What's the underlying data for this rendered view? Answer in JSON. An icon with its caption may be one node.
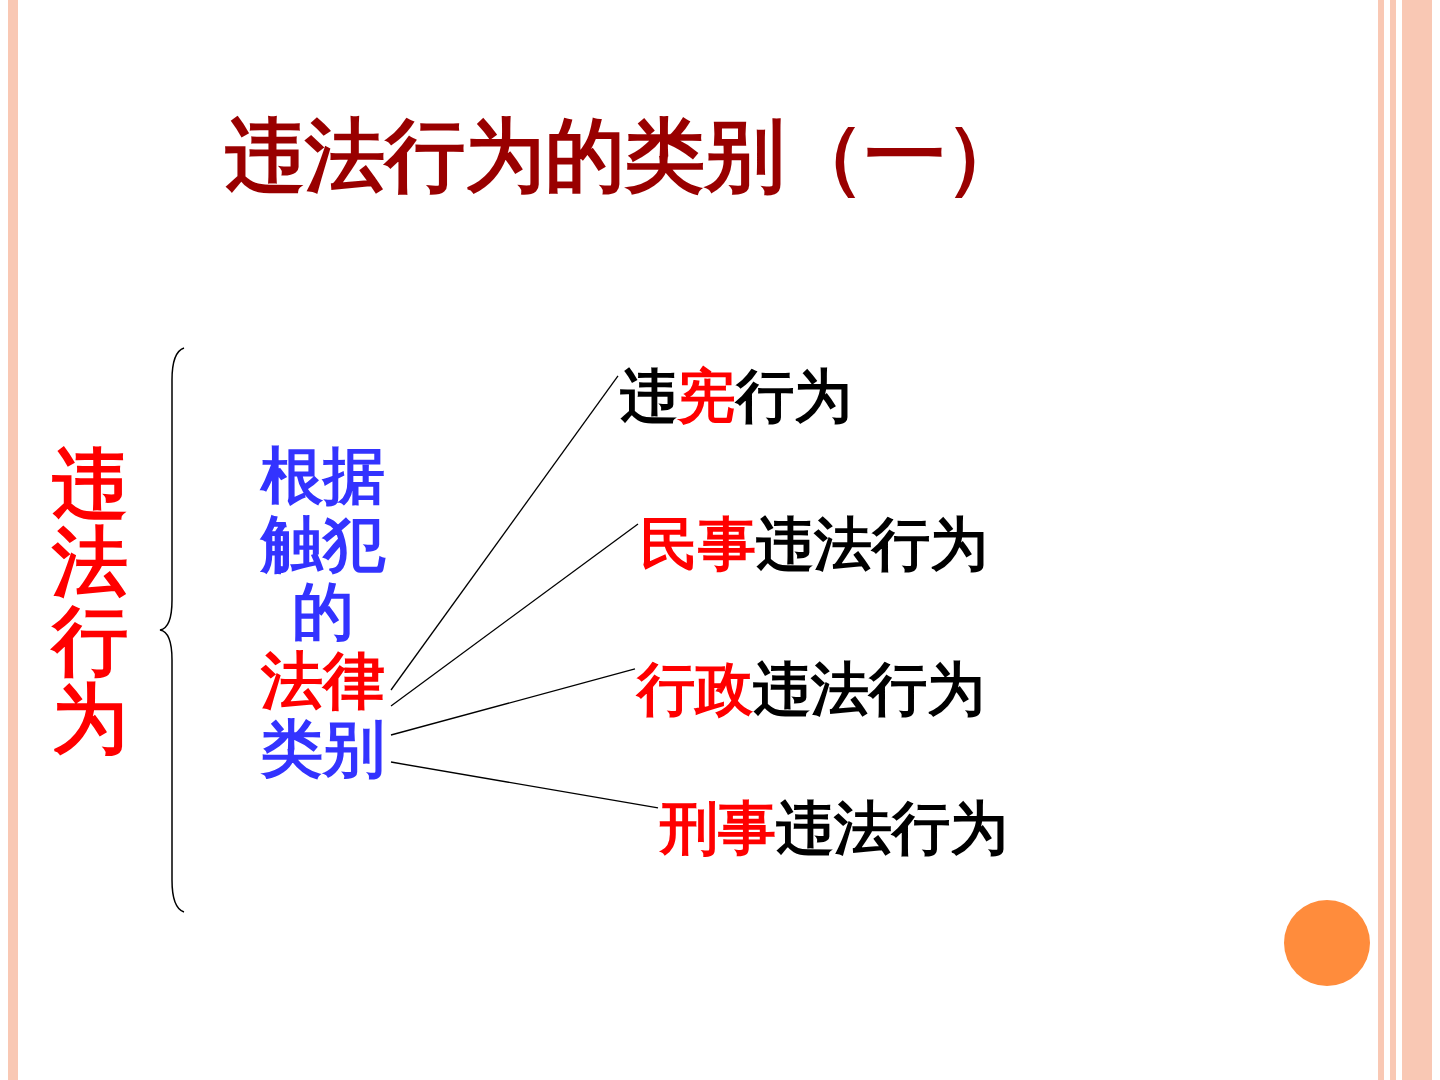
{
  "diagram": {
    "title": "违法行为的类别（一）",
    "nodes": [
      {
        "text": [
          "违法行为"
        ]
      },
      {
        "text": [
          "根据触犯的",
          "法律",
          "类别"
        ]
      },
      {
        "text": [
          "违",
          "宪",
          "行为"
        ]
      },
      {
        "text": [
          "民事",
          "违法行为"
        ]
      },
      {
        "text": [
          "行政",
          "违法行为"
        ]
      },
      {
        "text": [
          "刑事",
          "违法行为"
        ]
      }
    ],
    "edges": [
      {
        "from": 1,
        "to": 2,
        "arrow": "none"
      },
      {
        "from": 1,
        "to": 3,
        "arrow": "none"
      },
      {
        "from": 1,
        "to": 4,
        "arrow": "none"
      },
      {
        "from": 1,
        "to": 5,
        "arrow": "none"
      }
    ]
  }
}
